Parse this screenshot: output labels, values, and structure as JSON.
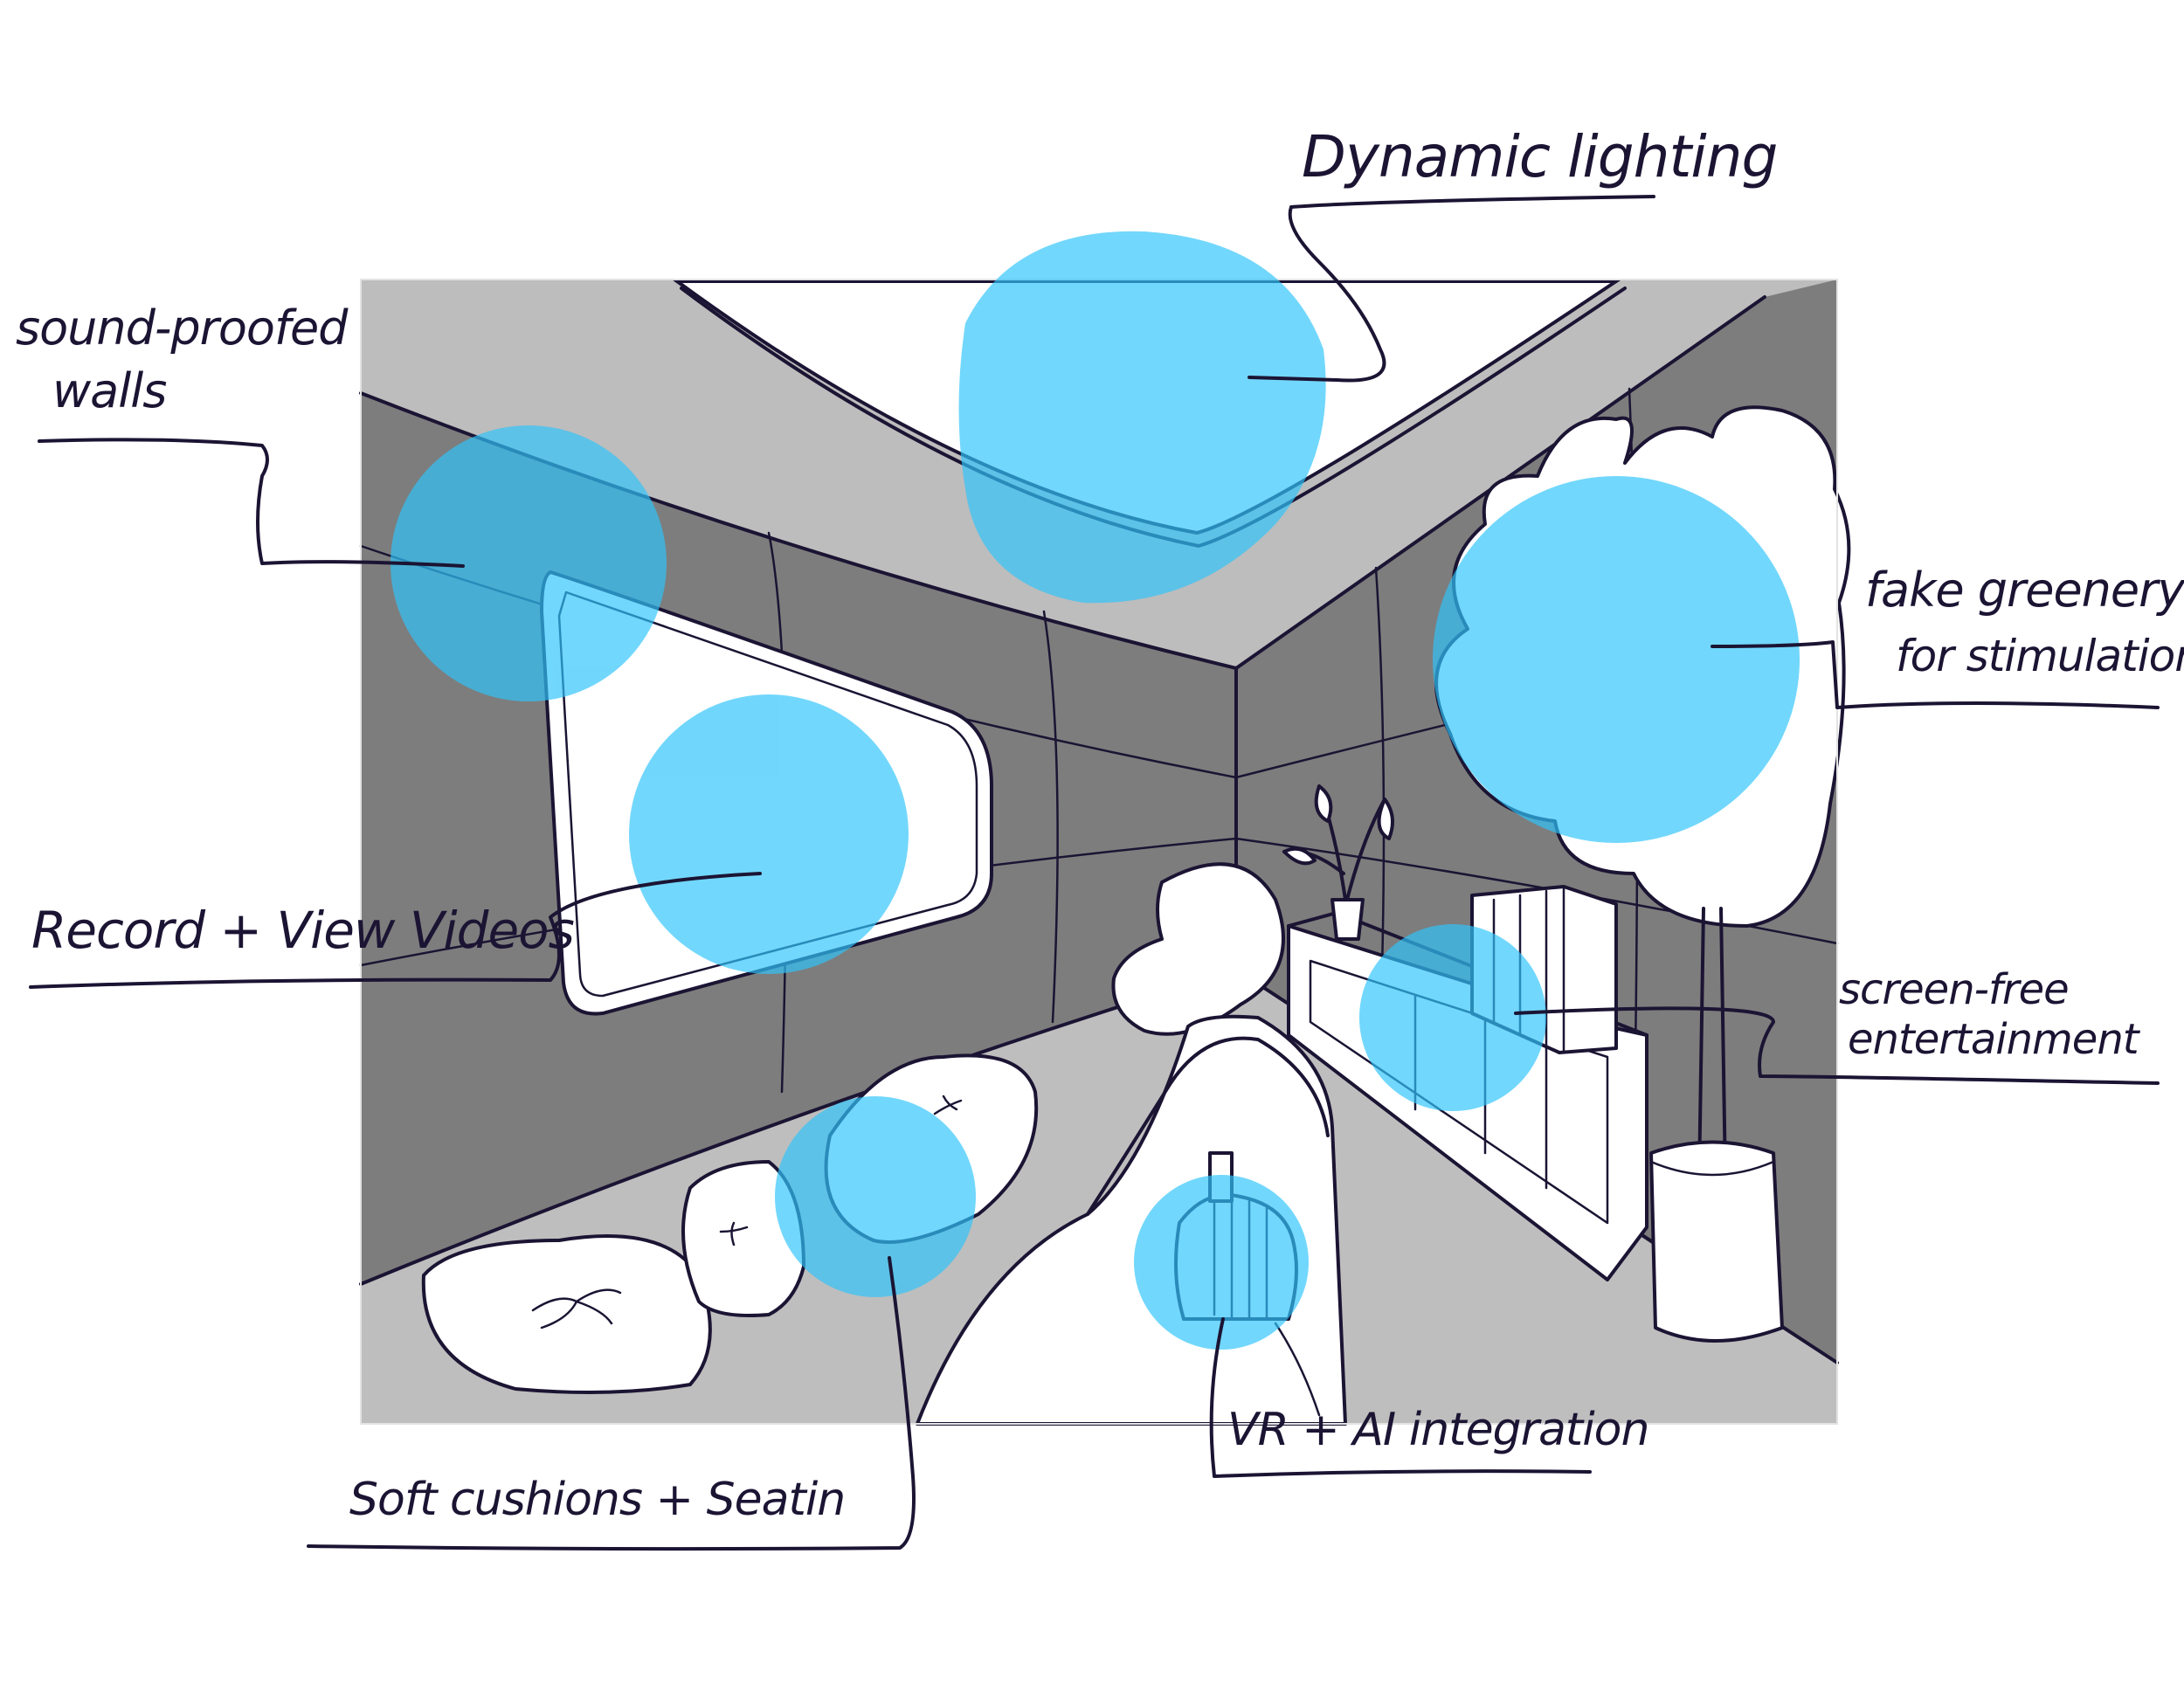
{
  "annotations": {
    "dynamic_lighting": "Dynamic lighting",
    "sound_proofed_line1": "sound-proofed",
    "sound_proofed_line2": "walls",
    "fake_greenery_line1": "fake greenery",
    "fake_greenery_line2": "for stimulation",
    "record_view": "Record + View Videos",
    "screen_free_line1": "screen-free",
    "screen_free_line2": "entertainment",
    "soft_cushions": "Soft cushions + Seatin",
    "vr_ai": "VR + AI integration"
  },
  "colors": {
    "highlight": "#2fc4fb",
    "ink": "#1b1433",
    "ceiling": "#bdbdbd",
    "wall": "#7d7d7d",
    "floor": "#bebebe",
    "paper": "#ffffff"
  }
}
